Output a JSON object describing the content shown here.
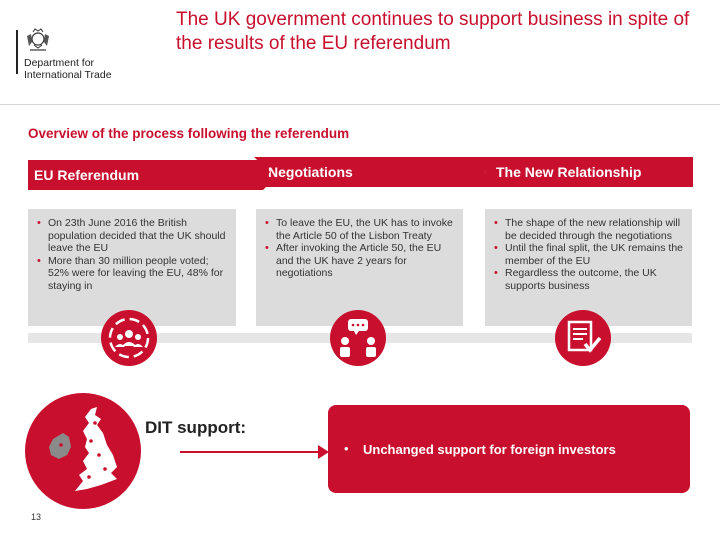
{
  "logo": {
    "line1": "Department for",
    "line2": "International Trade"
  },
  "title": "The UK government continues to support business in spite of the results of the EU referendum",
  "subtitle": "Overview of the process following the referendum",
  "stages": [
    {
      "label": "EU Referendum",
      "bullets": [
        "On 23th June 2016 the British population decided that the UK should leave the EU",
        "More than 30 million people voted; 52% were for leaving the EU, 48% for staying in"
      ],
      "icon": "people-group-icon"
    },
    {
      "label": "Negotiations",
      "bullets": [
        "To leave the EU, the UK has to invoke the Article 50 of the Lisbon Treaty",
        "After invoking the Article 50, the EU and the UK have 2 years for negotiations"
      ],
      "icon": "discussion-icon"
    },
    {
      "label": "The New Relationship",
      "bullets": [
        "The shape of the new relationship will be decided through the negotiations",
        "Until the final split, the UK remains the member of the EU",
        "Regardless the outcome, the UK supports business"
      ],
      "icon": "checklist-icon"
    }
  ],
  "dit": {
    "label": "DIT support:",
    "bullet": "•",
    "text": "Unchanged support for foreign investors"
  },
  "page_number": "13",
  "colors": {
    "accent": "#c8102e",
    "panel": "#dcdcdc"
  }
}
